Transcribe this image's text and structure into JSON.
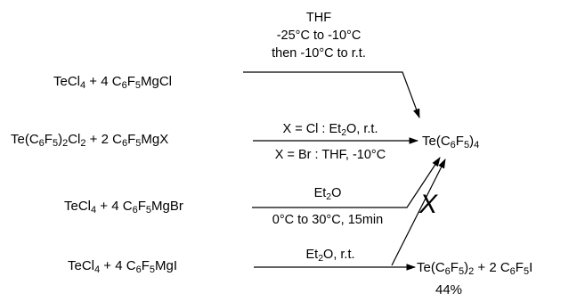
{
  "reactions": [
    {
      "reactants": [
        "TeCl",
        "4",
        " + 4 C",
        "6",
        "F",
        "5",
        "MgCl"
      ],
      "conditions": [
        "THF",
        "-25°C to -10°C",
        "then -10°C to r.t."
      ]
    },
    {
      "reactants": [
        "Te(C",
        "6",
        "F",
        "5",
        ")",
        "2",
        "Cl",
        "2",
        " + 2 C",
        "6",
        "F",
        "5",
        "MgX"
      ],
      "conditions_above": [
        "X = Cl : Et",
        "2",
        "O, r.t."
      ],
      "conditions_below": "X = Br : THF, -10°C"
    },
    {
      "reactants": [
        "TeCl",
        "4",
        " + 4 C",
        "6",
        "F",
        "5",
        "MgBr"
      ],
      "conditions_above": [
        "Et",
        "2",
        "O"
      ],
      "conditions_below": "0°C to 30°C, 15min",
      "blocked_mark": "X"
    },
    {
      "reactants": [
        "TeCl",
        "4",
        " + 4 C",
        "6",
        "F",
        "5",
        "MgI"
      ],
      "conditions_above": [
        "Et",
        "2",
        "O, r.t."
      ]
    }
  ],
  "products": {
    "main": [
      "Te(C",
      "6",
      "F",
      "5",
      ")",
      "4"
    ],
    "side": [
      "Te(C",
      "6",
      "F",
      "5",
      ")",
      "2",
      " + 2 C",
      "6",
      "F",
      "5",
      "I"
    ],
    "yield": "44%"
  }
}
